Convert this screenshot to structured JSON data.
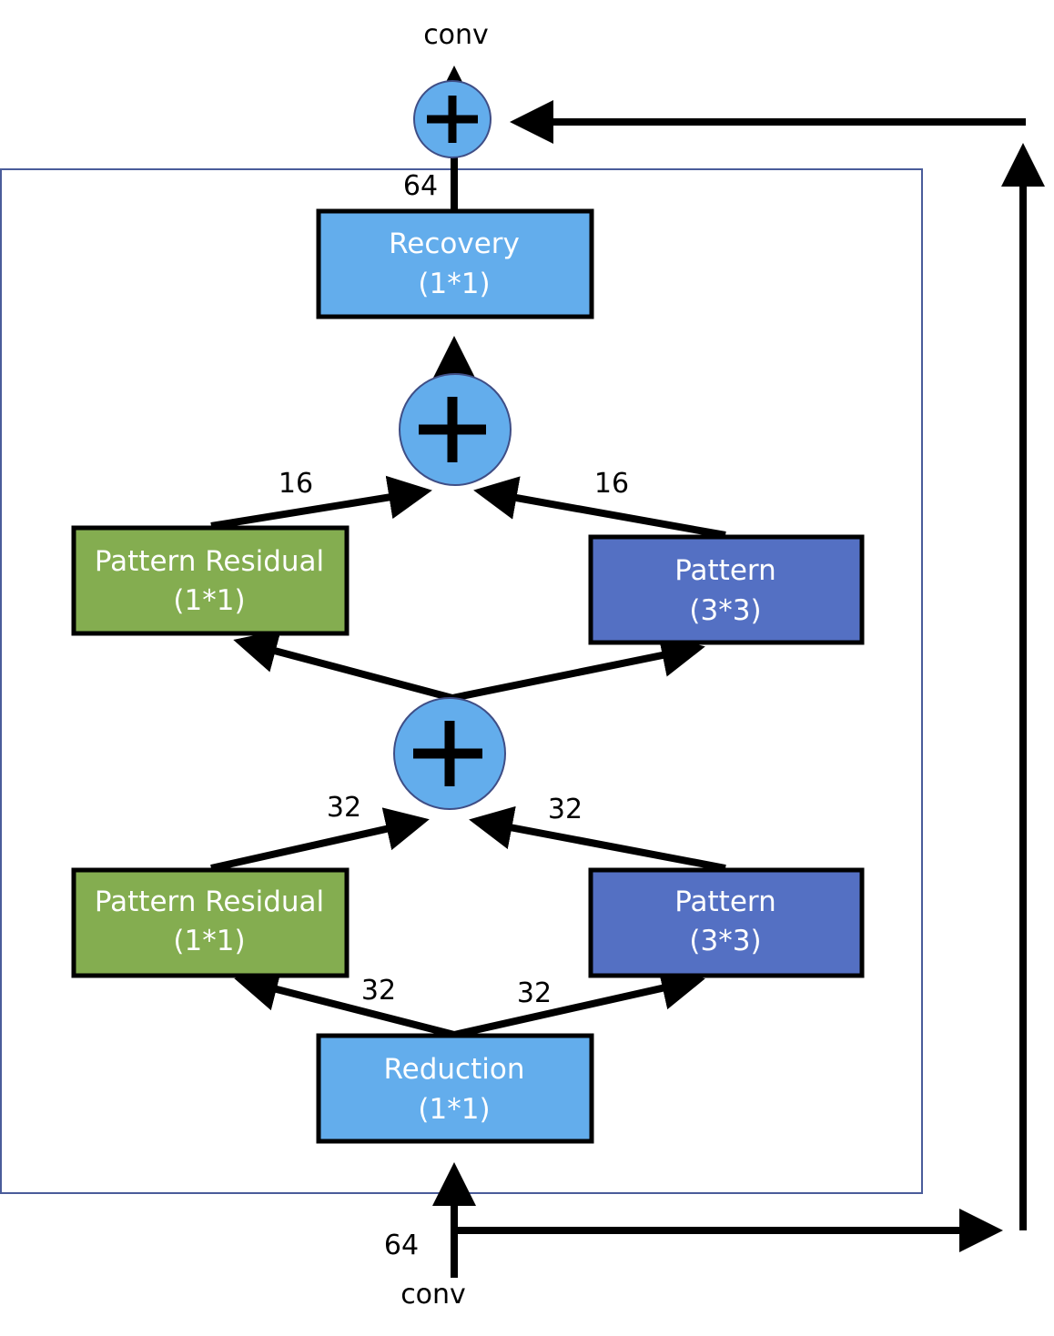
{
  "diagram": {
    "input_label": "conv",
    "output_label": "conv",
    "channels": {
      "input": "64",
      "output": "64",
      "reduction_left": "32",
      "reduction_right": "32",
      "stage1_left": "32",
      "stage1_right": "32",
      "stage2_left": "16",
      "stage2_right": "16"
    },
    "blocks": {
      "reduction": {
        "name": "Reduction",
        "kernel": "(1*1)"
      },
      "residual_1": {
        "name": "Pattern Residual",
        "kernel": "(1*1)"
      },
      "pattern_1": {
        "name": "Pattern",
        "kernel": "(3*3)"
      },
      "residual_2": {
        "name": "Pattern Residual",
        "kernel": "(1*1)"
      },
      "pattern_2": {
        "name": "Pattern",
        "kernel": "(3*3)"
      },
      "recovery": {
        "name": "Recovery",
        "kernel": "(1*1)"
      }
    },
    "colors": {
      "light_blue": "#63ADEC",
      "green": "#84AD50",
      "dark_blue": "#5470C3",
      "frame": "#4A5C9A",
      "line": "#000000"
    }
  }
}
